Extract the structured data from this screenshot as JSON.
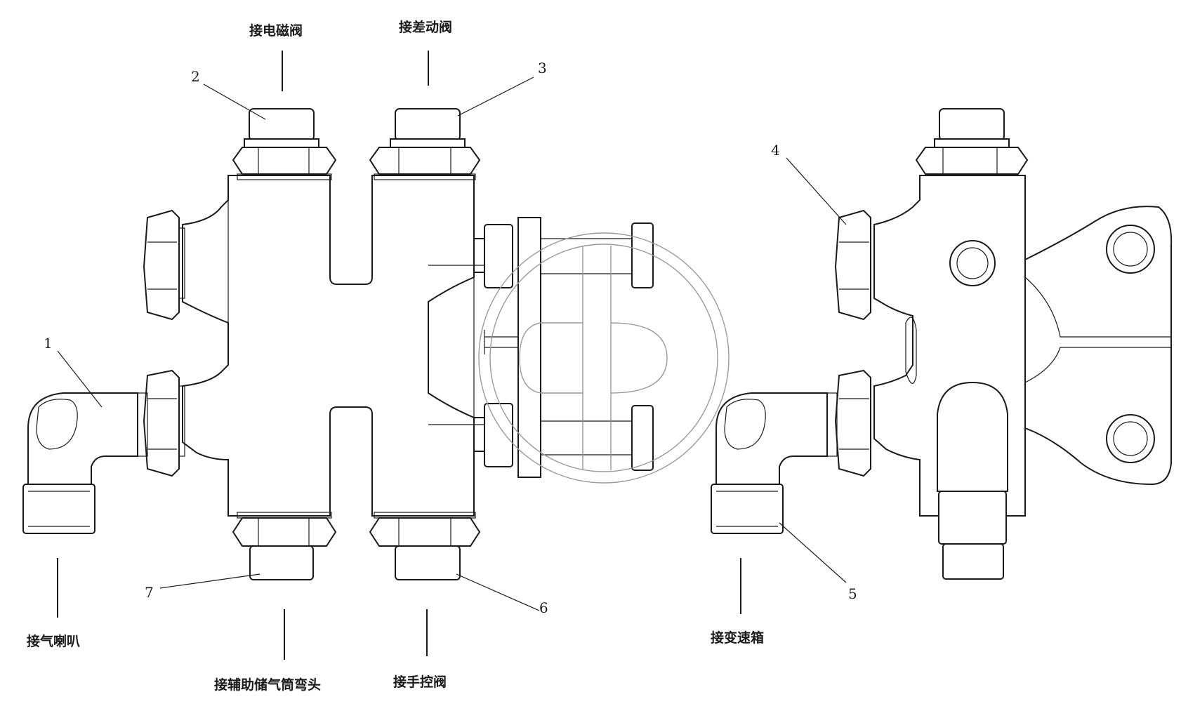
{
  "callouts": {
    "n1": "1",
    "n2": "2",
    "n3": "3",
    "n4": "4",
    "n5": "5",
    "n6": "6",
    "n7": "7"
  },
  "connection_labels": {
    "top_left": "接电磁阀",
    "top_right": "接差动阀",
    "left": "接气喇叭",
    "bottom_left": "接辅助储气筒弯头",
    "bottom_right": "接手控阀",
    "right_assembly": "接变速箱"
  },
  "watermark": {
    "icon": "company-logo-watermark",
    "color": "#9a9a9a"
  }
}
